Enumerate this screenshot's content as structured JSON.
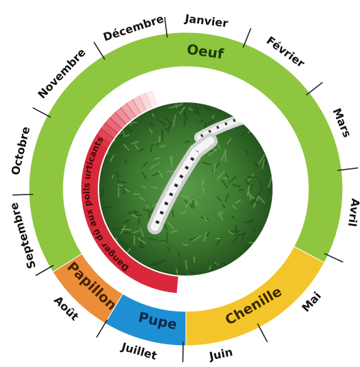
{
  "months": [
    "Janvier",
    "Février",
    "Mars",
    "Avril",
    "Mai",
    "Juin",
    "Juillet",
    "Août",
    "Septembre",
    "Octobre",
    "Novembre",
    "Décembre"
  ],
  "stages": {
    "oeuf": "Oeuf",
    "chenille": "Chenille",
    "pupe": "Pupe",
    "papillon": "Papillon"
  },
  "danger_label": "Danger dû aux poils urticants",
  "colors": {
    "oeuf": "#8fc63f",
    "chenille": "#f4c52a",
    "pupe": "#1f8fd4",
    "papillon": "#ec8d3a",
    "danger": "#d8283a",
    "grass": "#3f7d33"
  },
  "image": {
    "alt": "caterpillar-photo"
  }
}
